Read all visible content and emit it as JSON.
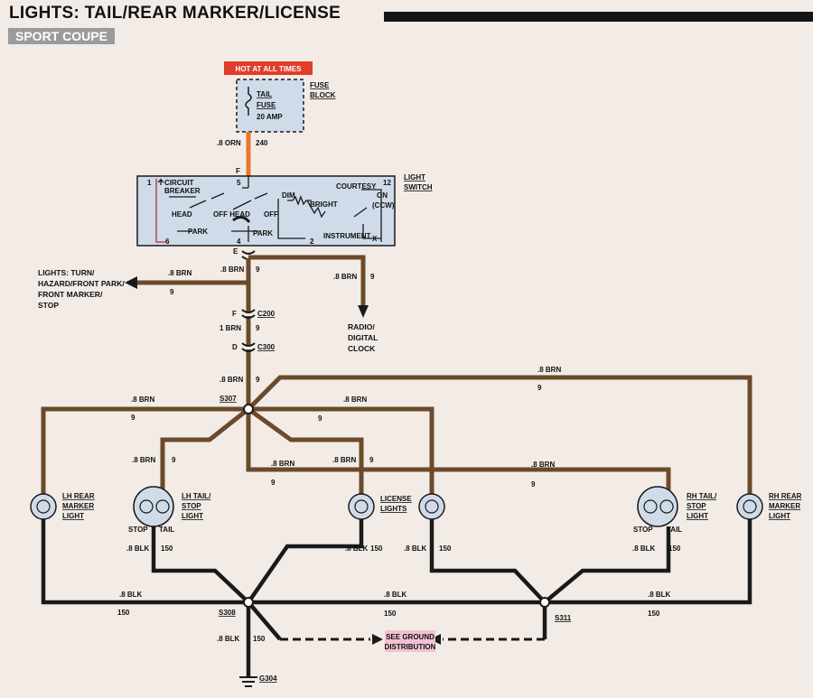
{
  "header": {
    "title": "LIGHTS: TAIL/REAR MARKER/LICENSE",
    "subtitle": "SPORT COUPE"
  },
  "fuse": {
    "hot_label": "HOT AT ALL TIMES",
    "block_label_1": "FUSE",
    "block_label_2": "BLOCK",
    "name_1": "TAIL",
    "name_2": "FUSE",
    "rating": "20 AMP",
    "wire_size": ".8 ORN",
    "circuit": "240"
  },
  "switch": {
    "label_1": "LIGHT",
    "label_2": "SWITCH",
    "term_top": "F",
    "term_bottom": "E",
    "pin_1": "1",
    "pin_5": "5",
    "pin_12": "12",
    "pin_6": "6",
    "pin_4": "4",
    "pin_2": "2",
    "pin_x": "X",
    "breaker_1": "CIRCUIT",
    "breaker_2": "BREAKER",
    "courtesy": "COURTESY",
    "on": "ON",
    "ccw": "(CCW)",
    "dim": "DIM",
    "bright": "BRIGHT",
    "head": "HEAD",
    "off_head": "OFF HEAD",
    "off": "OFF",
    "park_left": "PARK",
    "park_right": "PARK",
    "instrument": "INSTRUMENT"
  },
  "wires": {
    "brn": ".8 BRN",
    "brn_1": "1 BRN",
    "blk": ".8 BLK",
    "c9": "9",
    "c150": "150"
  },
  "connectors": {
    "c200": "C200",
    "c300": "C300",
    "f": "F",
    "d": "D"
  },
  "splices": {
    "s307": "S307",
    "s308": "S308",
    "s311": "S311",
    "g304": "G304"
  },
  "destinations": {
    "turn_1": "LIGHTS: TURN/",
    "turn_2": "HAZARD/FRONT PARK/",
    "turn_3": "FRONT MARKER/",
    "turn_4": "STOP",
    "radio_1": "RADIO/",
    "radio_2": "DIGITAL",
    "radio_3": "CLOCK",
    "ground_1": "SEE GROUND",
    "ground_2": "DISTRIBUTION"
  },
  "lamps": {
    "lh_marker": [
      "LH REAR",
      "MARKER",
      "LIGHT"
    ],
    "lh_tail": [
      "LH TAIL/",
      "STOP",
      "LIGHT"
    ],
    "license": [
      "LICENSE",
      "LIGHTS"
    ],
    "rh_tail": [
      "RH TAIL/",
      "STOP",
      "LIGHT"
    ],
    "rh_marker": [
      "RH REAR",
      "MARKER",
      "LIGHT"
    ],
    "stop": "STOP",
    "tail": "TAIL"
  },
  "colors": {
    "brown_wire": "#6b4a2b",
    "gold_wire": "#b7953c",
    "black_wire": "#1a1a1a",
    "orange_wire": "#e8772a",
    "switch_fill": "#cfdbe9",
    "hot_box": "#e03d2b",
    "ground_box": "#f2c2d2"
  }
}
